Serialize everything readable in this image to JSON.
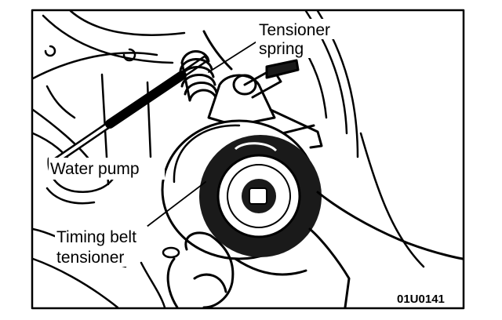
{
  "labels": {
    "tensioner_spring_line1": "Tensioner",
    "tensioner_spring_line2": "spring",
    "water_pump": "Water pump",
    "timing_belt_tensioner_line1": "Timing belt",
    "timing_belt_tensioner_line2": "tensioner"
  },
  "figure_code": "01U0141",
  "colors": {
    "ink": "#000000",
    "paper": "#ffffff"
  }
}
